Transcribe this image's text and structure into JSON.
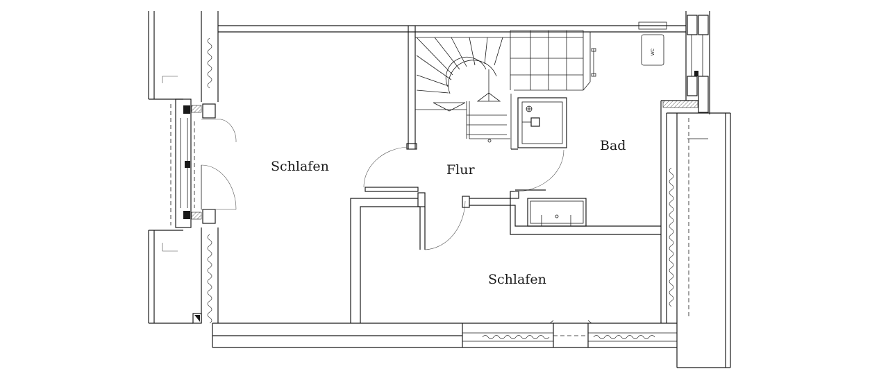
{
  "diagram": {
    "rooms": [
      {
        "id": "schlafen-left",
        "label": "Schlafen"
      },
      {
        "id": "flur",
        "label": "Flur"
      },
      {
        "id": "bad",
        "label": "Bad"
      },
      {
        "id": "schlafen-right",
        "label": "Schlafen"
      }
    ],
    "fixtures": {
      "wc_label": "WC"
    }
  }
}
